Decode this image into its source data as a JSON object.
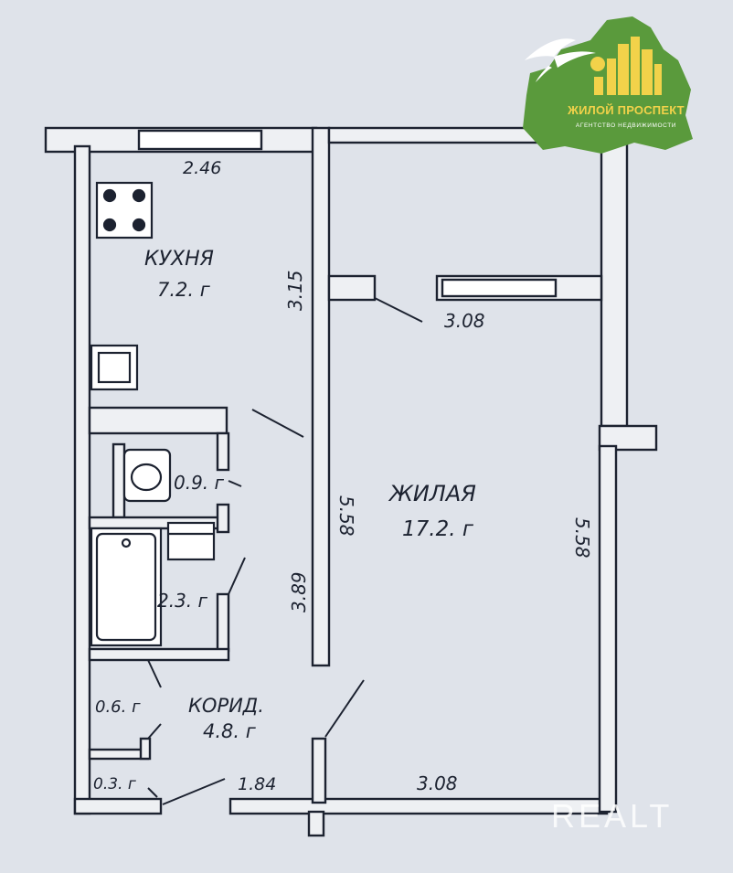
{
  "logo": {
    "title": "ЖИЛОЙ ПРОСПЕКТ",
    "subtitle": "АГЕНТСТВО НЕДВИЖИМОСТИ",
    "colors": {
      "map": "#5a9a3c",
      "text": "#f2d24a",
      "bird": "#ffffff"
    }
  },
  "watermark": {
    "text": "REALT"
  },
  "rooms": {
    "kitchen": {
      "name": "КУХНЯ",
      "area": "7.2. г"
    },
    "wc": {
      "area": "0.9. г"
    },
    "bath": {
      "area": "2.3. г"
    },
    "corridor": {
      "name": "КОРИД.",
      "area": "4.8. г"
    },
    "closet_a": {
      "area": "0.6. г"
    },
    "closet_b": {
      "area": "0.3. г"
    },
    "living": {
      "name": "ЖИЛАЯ",
      "area": "17.2. г"
    }
  },
  "dimensions": {
    "kitchen_width": "2.46",
    "kitchen_length": "3.15",
    "living_width_top": "3.08",
    "living_width_bottom": "3.08",
    "living_length_left": "5.58",
    "living_length_right": "5.58",
    "hall_length": "3.89",
    "entry_width": "1.84"
  },
  "colors": {
    "paper": "#dfe3ea",
    "ink": "#1c2230",
    "wall_fill": "#eef0f3"
  }
}
